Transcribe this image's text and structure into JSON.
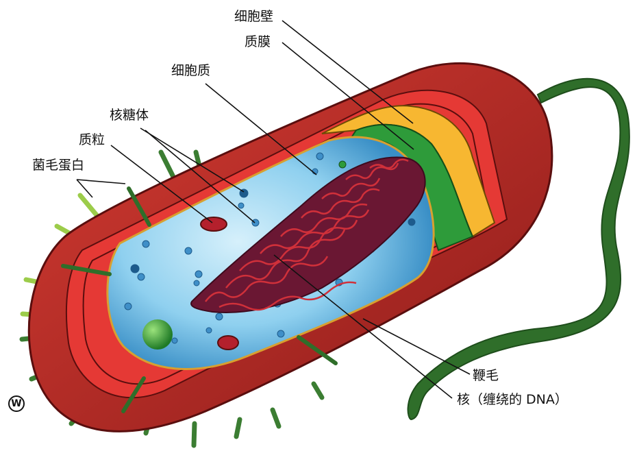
{
  "labels": {
    "cell_wall": "细胞壁",
    "membrane": "质膜",
    "cytoplasm": "细胞质",
    "ribosome": "核糖体",
    "plasmid": "质粒",
    "pili": "菌毛蛋白",
    "flagellum": "鞭毛",
    "nucleoid": "核（缠绕的 DNA）"
  },
  "logo": {
    "mark": "W"
  },
  "colors": {
    "capsule_dark": "#8b1a1a",
    "capsule": "#c62828",
    "cell_wall_red": "#e53935",
    "yellow_layer": "#f7b731",
    "green_layer": "#2e9b3a",
    "cytoplasm": "#7ec8ec",
    "dna": "#a3172a",
    "flagellum": "#2f6e2a",
    "pili": "#3b7d32"
  }
}
